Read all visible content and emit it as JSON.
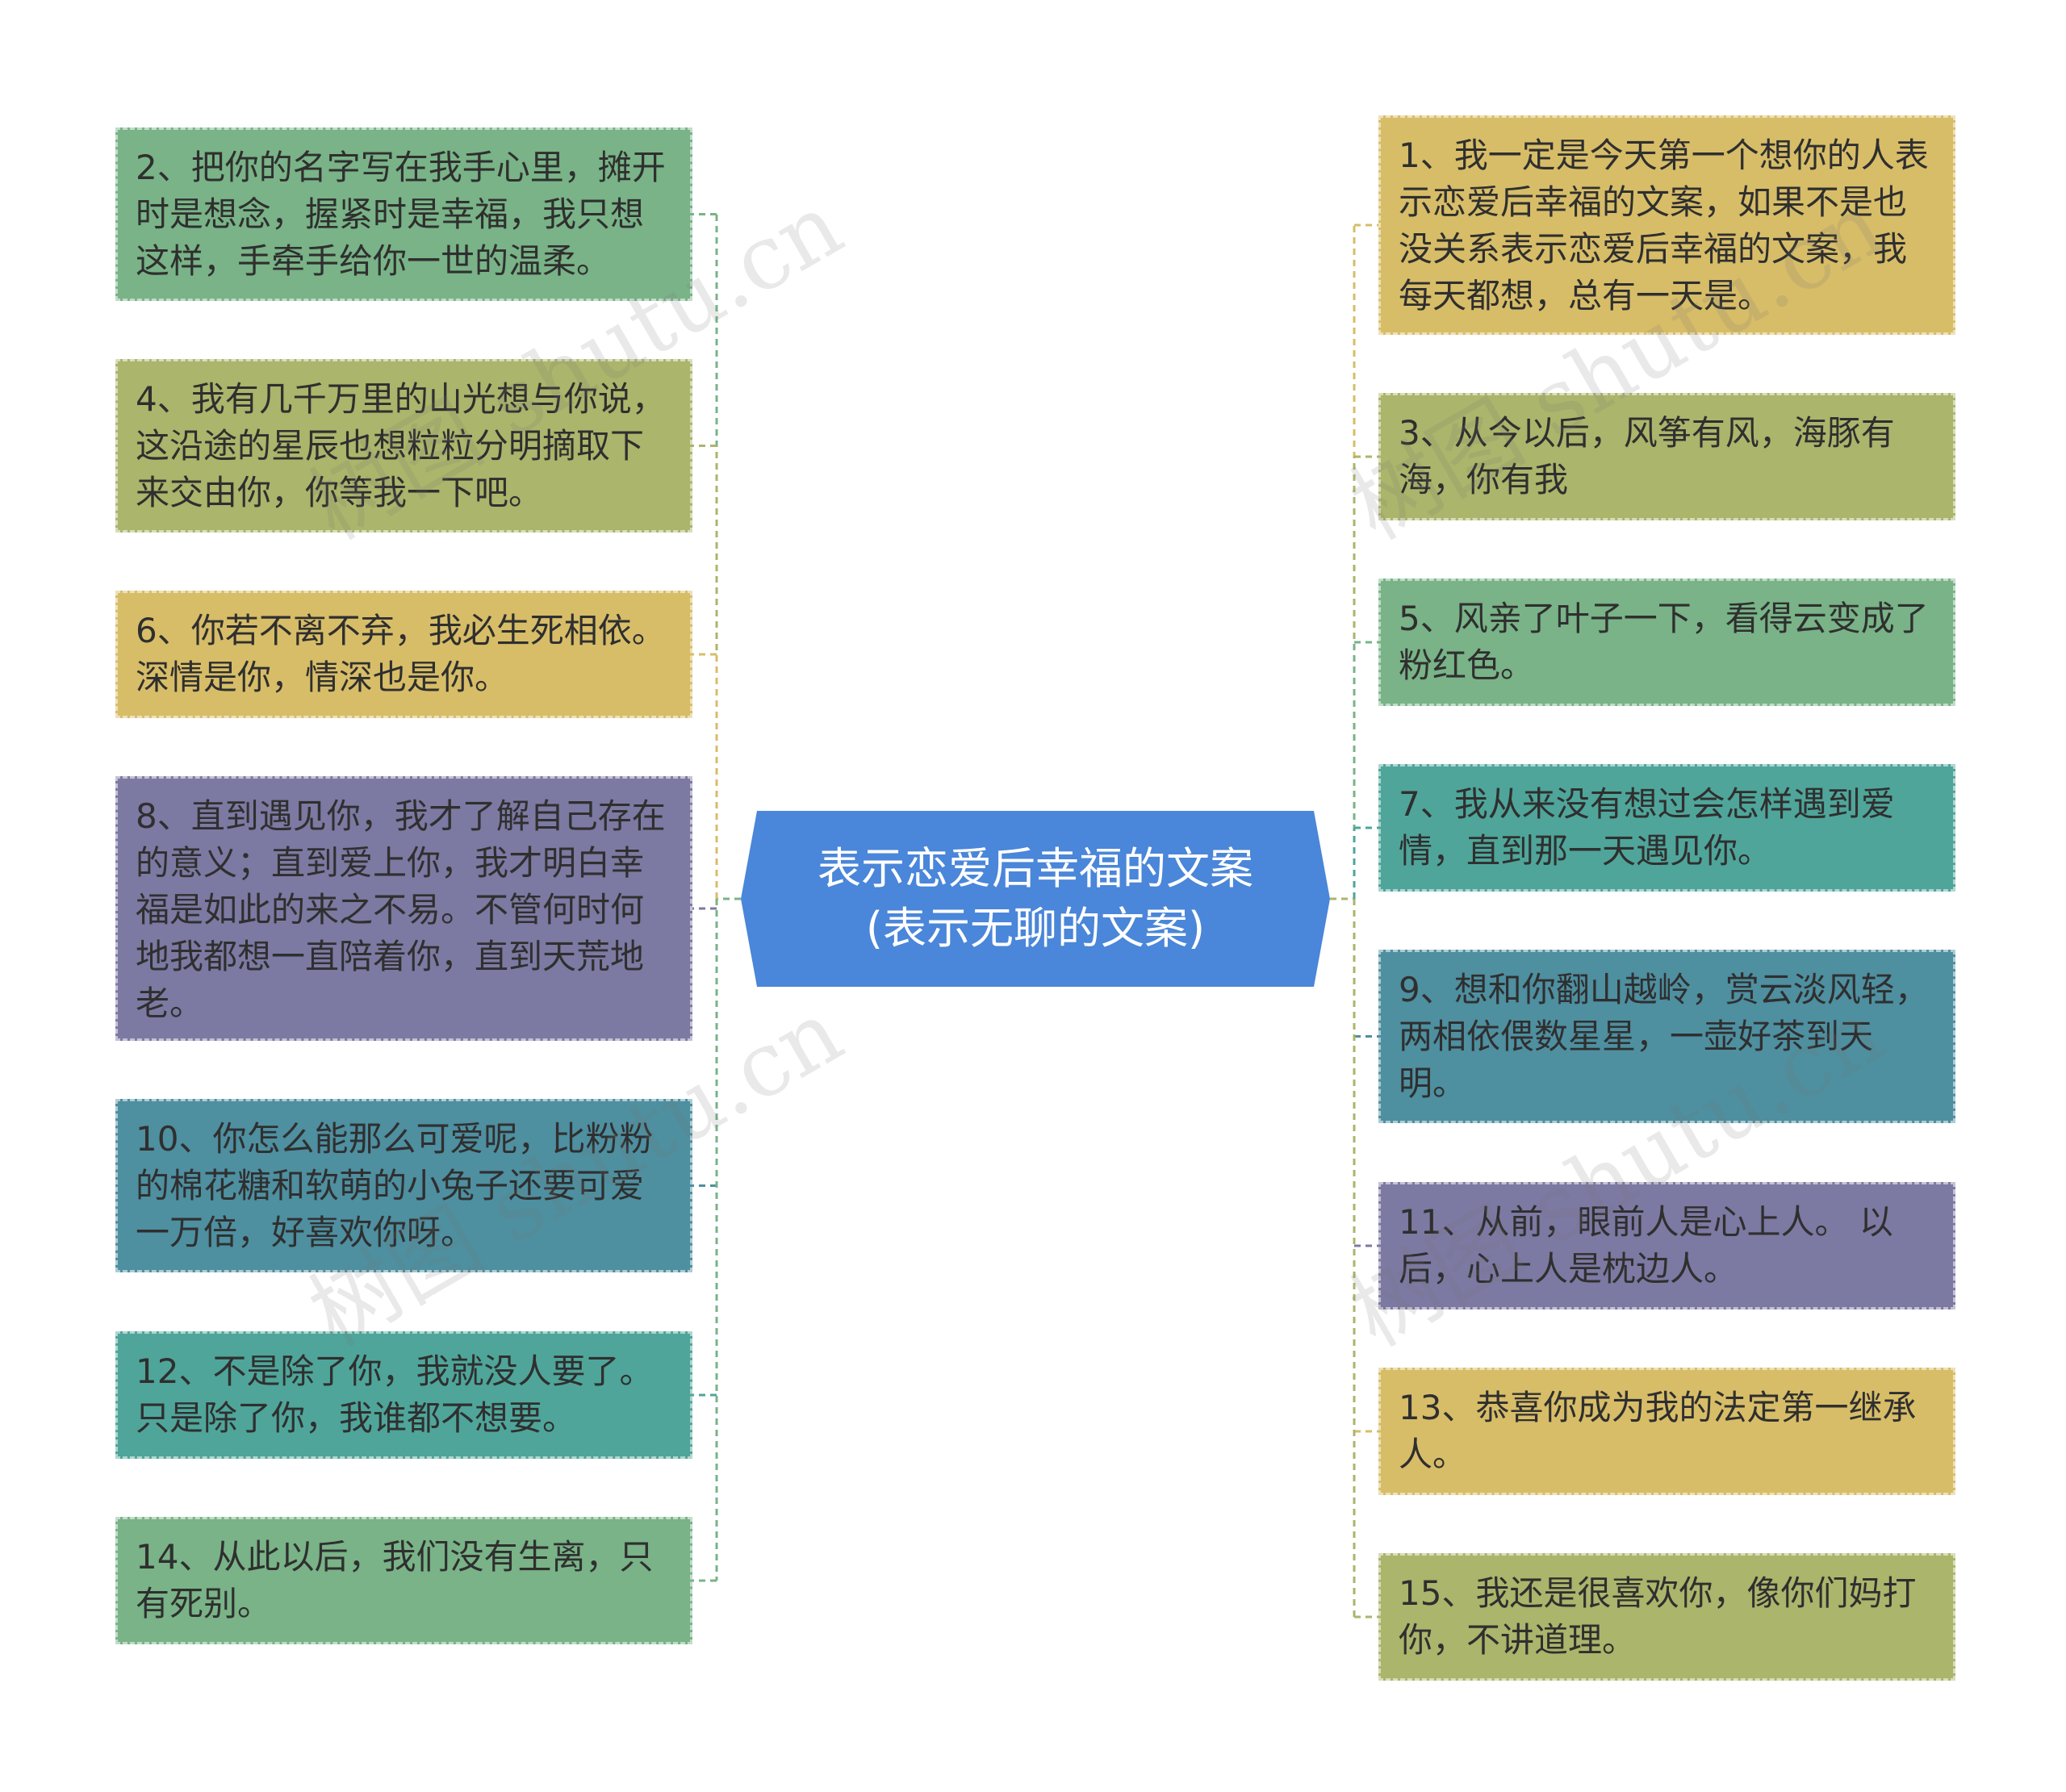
{
  "title": "表示恋爱后幸福的文案(表示无聊的文案)",
  "colors": {
    "center": "#4a86d9",
    "green": "#79b387",
    "olive": "#abb56b",
    "yellow": "#d7bd68",
    "purple": "#7c79a2",
    "teal_blue": "#4e8fa0",
    "teal": "#4fa59a"
  },
  "left_items": [
    {
      "text": "2、把你的名字写在我手心里，摊开时是想念，握紧时是幸福，我只想这样，手牵手给你一世的温柔。",
      "color": "#79b387"
    },
    {
      "text": "4、我有几千万里的山光想与你说，这沿途的星辰也想粒粒分明摘取下来交由你，你等我一下吧。",
      "color": "#abb56b"
    },
    {
      "text": "6、你若不离不弃，我必生死相依。深情是你，情深也是你。",
      "color": "#d7bd68"
    },
    {
      "text": "8、直到遇见你，我才了解自己存在的意义；直到爱上你，我才明白幸福是如此的来之不易。不管何时何地我都想一直陪着你，直到天荒地老。",
      "color": "#7c79a2"
    },
    {
      "text": "10、你怎么能那么可爱呢，比粉粉的棉花糖和软萌的小兔子还要可爱一万倍，好喜欢你呀。",
      "color": "#4e8fa0"
    },
    {
      "text": "12、不是除了你，我就没人要了。只是除了你，我谁都不想要。",
      "color": "#4fa59a"
    },
    {
      "text": "14、从此以后，我们没有生离，只有死别。",
      "color": "#79b387"
    }
  ],
  "right_items": [
    {
      "text": "1、我一定是今天第一个想你的人表示恋爱后幸福的文案，如果不是也没关系表示恋爱后幸福的文案，我每天都想，总有一天是。",
      "color": "#d7bd68"
    },
    {
      "text": "3、从今以后，风筝有风，海豚有海，你有我",
      "color": "#abb56b"
    },
    {
      "text": "5、风亲了叶子一下，看得云变成了粉红色。",
      "color": "#79b387"
    },
    {
      "text": "7、我从来没有想过会怎样遇到爱情，直到那一天遇见你。",
      "color": "#4fa59a"
    },
    {
      "text": "9、想和你翻山越岭，赏云淡风轻，两相依偎数星星，一壶好茶到天明。",
      "color": "#4e8fa0"
    },
    {
      "text": "11、从前，眼前人是心上人。 以后，心上人是枕边人。",
      "color": "#7c79a2"
    },
    {
      "text": "13、恭喜你成为我的法定第一继承人。",
      "color": "#d7bd68"
    },
    {
      "text": "15、我还是很喜欢你，像你们妈打你，不讲道理。",
      "color": "#abb56b"
    }
  ],
  "watermark": "树图 shutu.cn"
}
